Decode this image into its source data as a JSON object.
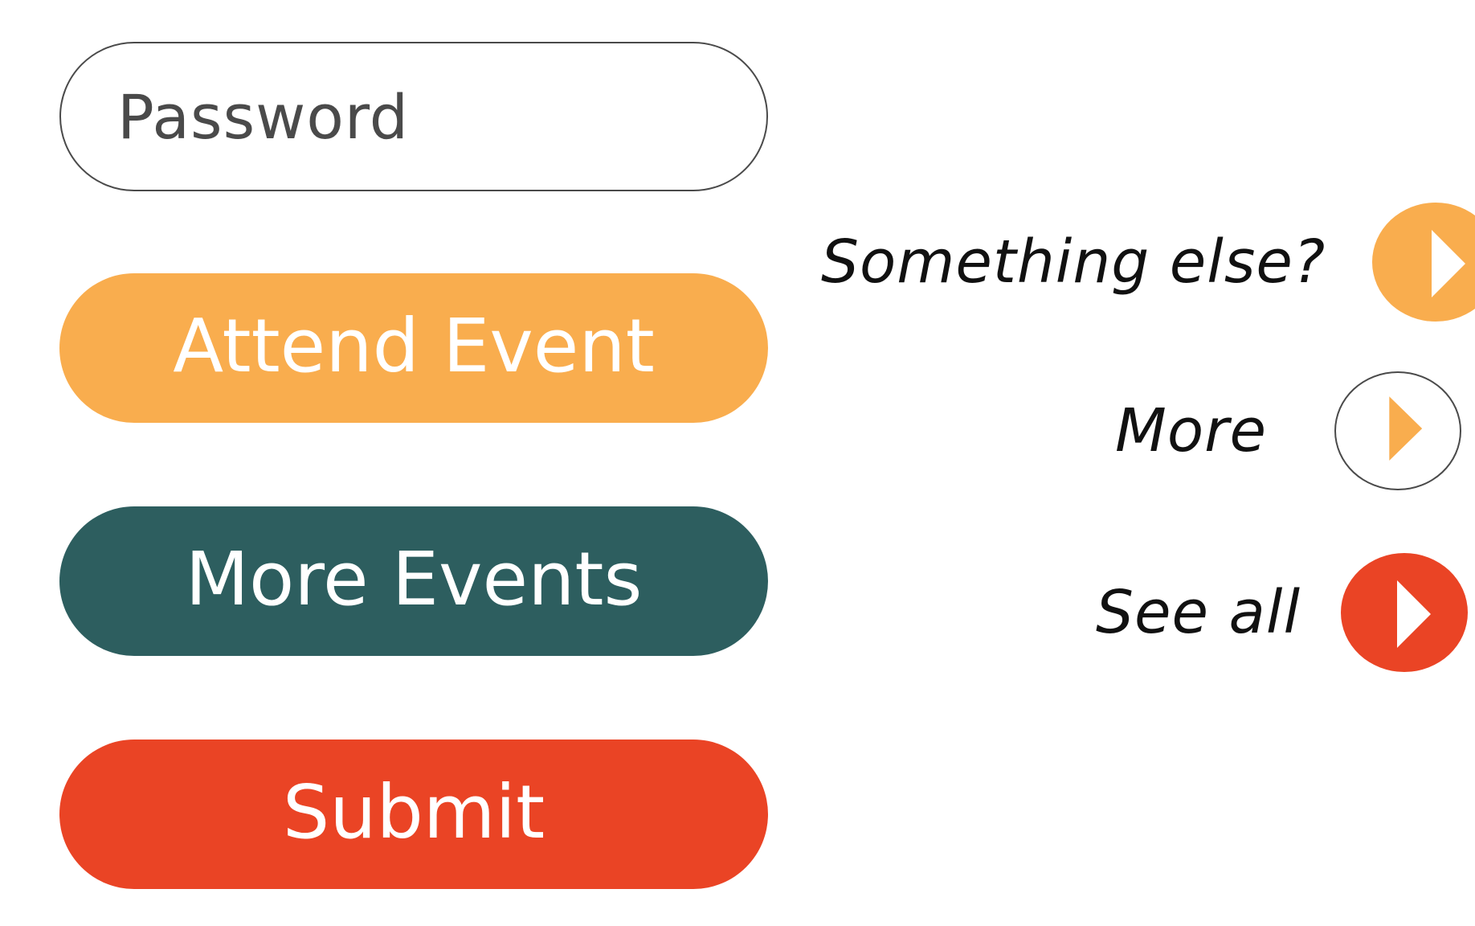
{
  "form": {
    "password_placeholder": "Password"
  },
  "buttons": {
    "attend_event": {
      "label": "Attend Event",
      "color": "#F9AD4E"
    },
    "more_events": {
      "label": "More Events",
      "color": "#2D5E5F"
    },
    "submit": {
      "label": "Submit",
      "color": "#EA4425"
    }
  },
  "side_actions": {
    "something_else": {
      "label": "Something else?",
      "circle_color": "#F9AD4E",
      "arrow_color": "#FFFFFF",
      "icon": "play-arrow-icon"
    },
    "more": {
      "label": "More",
      "circle_color": "#FFFFFF",
      "border_color": "#4A4A4A",
      "arrow_color": "#F9AD4E",
      "icon": "play-arrow-icon"
    },
    "see_all": {
      "label": "See all",
      "circle_color": "#EA4425",
      "arrow_color": "#FFFFFF",
      "icon": "play-arrow-icon"
    }
  },
  "colors": {
    "text_dark": "#4A4A4A",
    "handwriting": "#111111",
    "background": "#FFFFFF"
  }
}
